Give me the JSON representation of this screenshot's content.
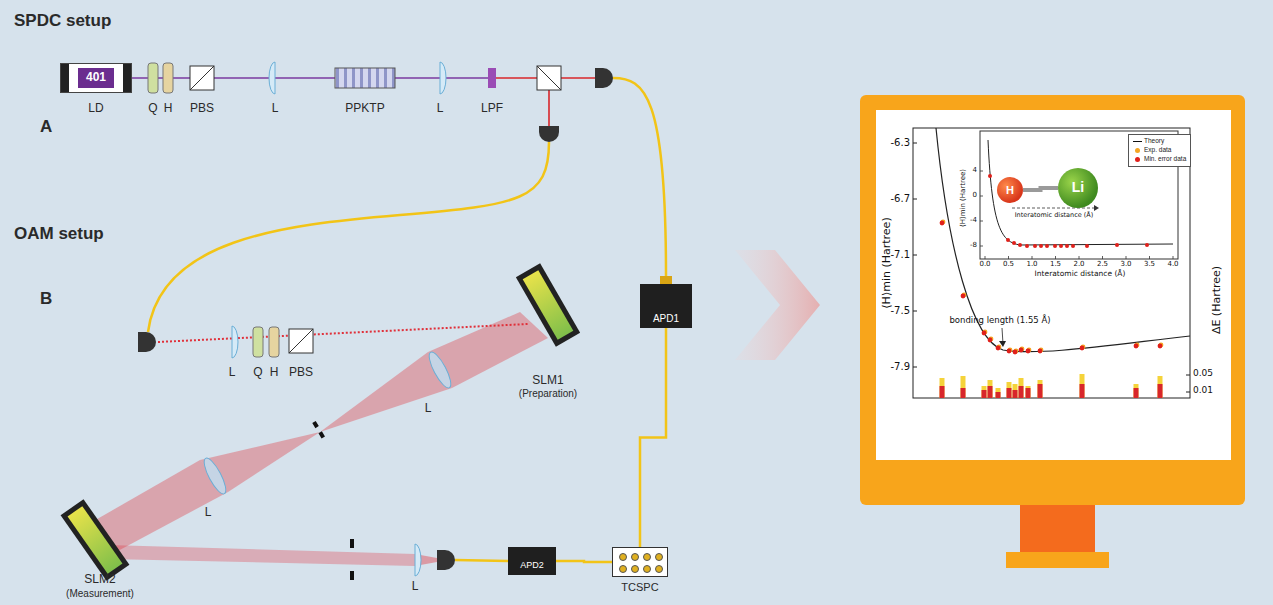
{
  "diagram": {
    "nodes": [
      {
        "text": [
          "401",
          "LD"
        ]
      },
      {
        "text": [
          "APD1"
        ]
      },
      {
        "text": [
          "APD2"
        ]
      },
      {
        "text": [
          "TCSPC"
        ]
      },
      {
        "text": [
          "H"
        ]
      },
      {
        "text": [
          "Li"
        ]
      }
    ],
    "edges": [
      {
        "from": 1,
        "to": 3,
        "arrow": "none"
      },
      {
        "from": 2,
        "to": 3,
        "arrow": "none"
      },
      {
        "from": 4,
        "to": 5,
        "arrow": "none"
      }
    ],
    "labels": [
      "SPDC setup",
      "A",
      "OAM setup",
      "B",
      "Q",
      "H",
      "PBS",
      "L",
      "PPKTP",
      "L",
      "LPF",
      "L",
      "Q",
      "H",
      "PBS",
      "SLM1",
      "(Preparation)",
      "L",
      "L",
      "SLM2",
      "(Measurement)",
      "L",
      "-6.3",
      "-6.7",
      "-7.1",
      "-7.5",
      "-7.9",
      "⟨H⟩min (Hartree)",
      "ΔE (Hartree)",
      "0.05",
      "0.01",
      "bonding length (1.55 Å)",
      "4",
      "0",
      "-4",
      "-8",
      "⟨H⟩min (Hartree)",
      "0.0",
      "0.5",
      "1.0",
      "1.5",
      "2.0",
      "2.5",
      "3.0",
      "3.5",
      "4.0",
      "Interatomic distance (Å)",
      "Interatomic distance (Å)"
    ],
    "legend": [
      {
        "text": "Theory"
      },
      {
        "text": "Exp. data",
        "color": "#f5a623"
      },
      {
        "text": "Min. error data",
        "color": "#e0201b"
      }
    ]
  }
}
